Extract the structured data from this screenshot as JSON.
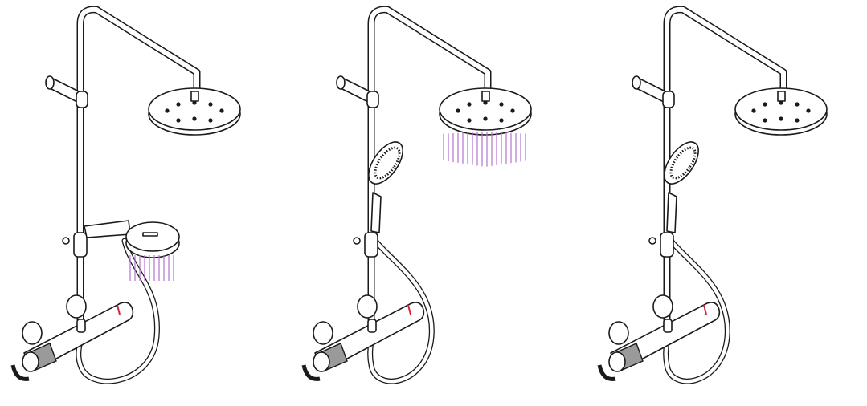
{
  "figure": {
    "description_free": true,
    "showers": [
      {
        "name": "shower-system-1",
        "active_outlet": "side-shower",
        "has_handshower": false,
        "has_side_shower": true
      },
      {
        "name": "shower-system-2",
        "active_outlet": "overhead-shower",
        "has_handshower": true,
        "has_side_shower": false
      },
      {
        "name": "shower-system-3",
        "active_outlet": "none",
        "has_handshower": true,
        "has_side_shower": false
      }
    ],
    "colors": {
      "line": "#1a1a1a",
      "water": "#b574d0",
      "knob_fill": "#9a9a9a",
      "temp_mark": "#d0263c"
    }
  }
}
